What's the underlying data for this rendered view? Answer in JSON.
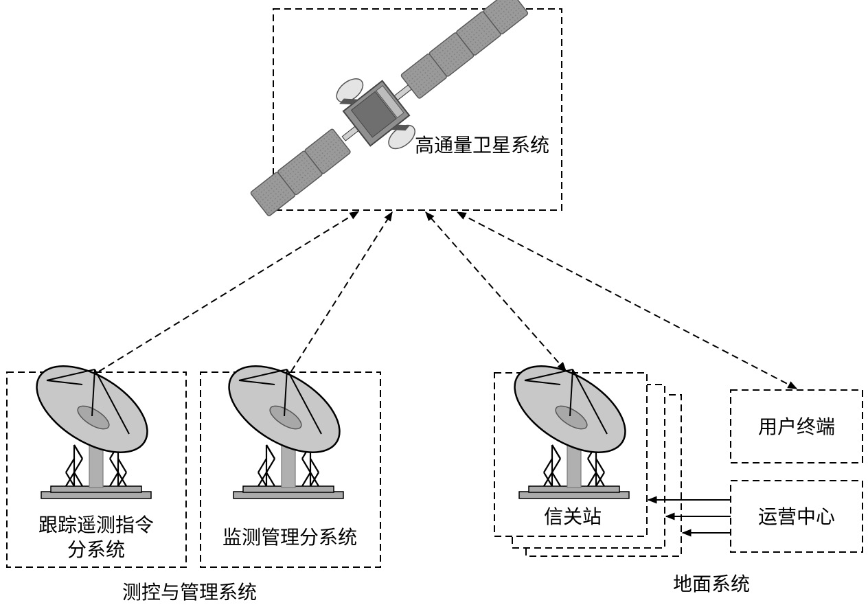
{
  "satellite": {
    "label": "高通量卫星系统"
  },
  "ttc": {
    "line1": "跟踪遥测指令",
    "line2": "分系统"
  },
  "monitor": {
    "label": "监测管理分系统"
  },
  "gateway": {
    "label": "信关站"
  },
  "terminal": {
    "label": "用户终端"
  },
  "operations": {
    "label": "运营中心"
  },
  "groups": {
    "control": "测控与管理系统",
    "ground": "地面系统"
  },
  "colors": {
    "line": "#000000",
    "panel": "#9a9a9a",
    "panel_edge": "#5a5a5a",
    "dish": "#c8c8c8",
    "mast": "#b0b0b0"
  }
}
